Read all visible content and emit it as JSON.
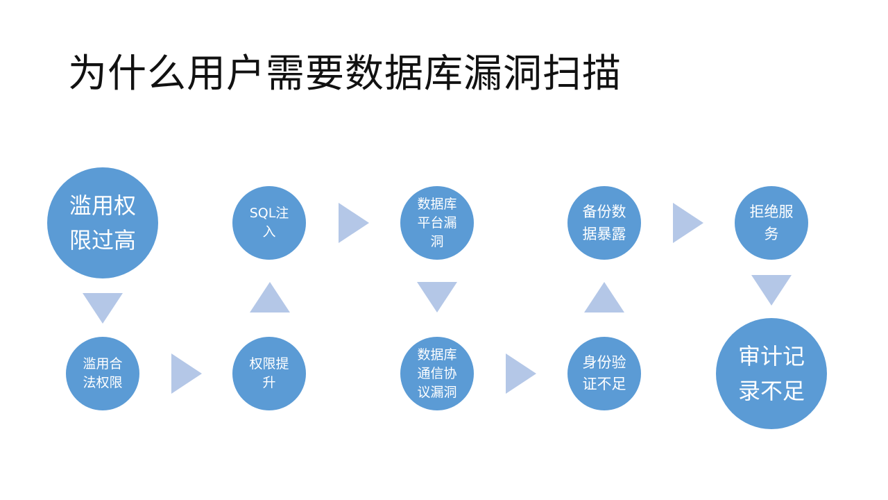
{
  "slide": {
    "title": "为什么用户需要数据库漏洞扫描"
  },
  "nodes": {
    "abuse_privilege": {
      "lines": [
        "滥用权",
        "限过高"
      ]
    },
    "abuse_legit": {
      "lines": [
        "滥用合",
        "法权限"
      ]
    },
    "privilege_escalation": {
      "lines": [
        "权限提",
        "升"
      ]
    },
    "sql_injection": {
      "lines": [
        "SQL注",
        "入"
      ]
    },
    "platform_vuln": {
      "lines": [
        "数据库",
        "平台漏",
        "洞"
      ]
    },
    "protocol_vuln": {
      "lines": [
        "数据库",
        "通信协",
        "议漏洞"
      ]
    },
    "auth_weak": {
      "lines": [
        "身份验",
        "证不足"
      ]
    },
    "backup_exposure": {
      "lines": [
        "备份数",
        "据暴露"
      ]
    },
    "dos": {
      "lines": [
        "拒绝服",
        "务"
      ]
    },
    "audit_weak": {
      "lines": [
        "审计记",
        "录不足"
      ]
    }
  },
  "colors": {
    "node_fill": "#5b9bd5",
    "arrow_fill": "#b4c7e7",
    "title_text": "#111111"
  }
}
